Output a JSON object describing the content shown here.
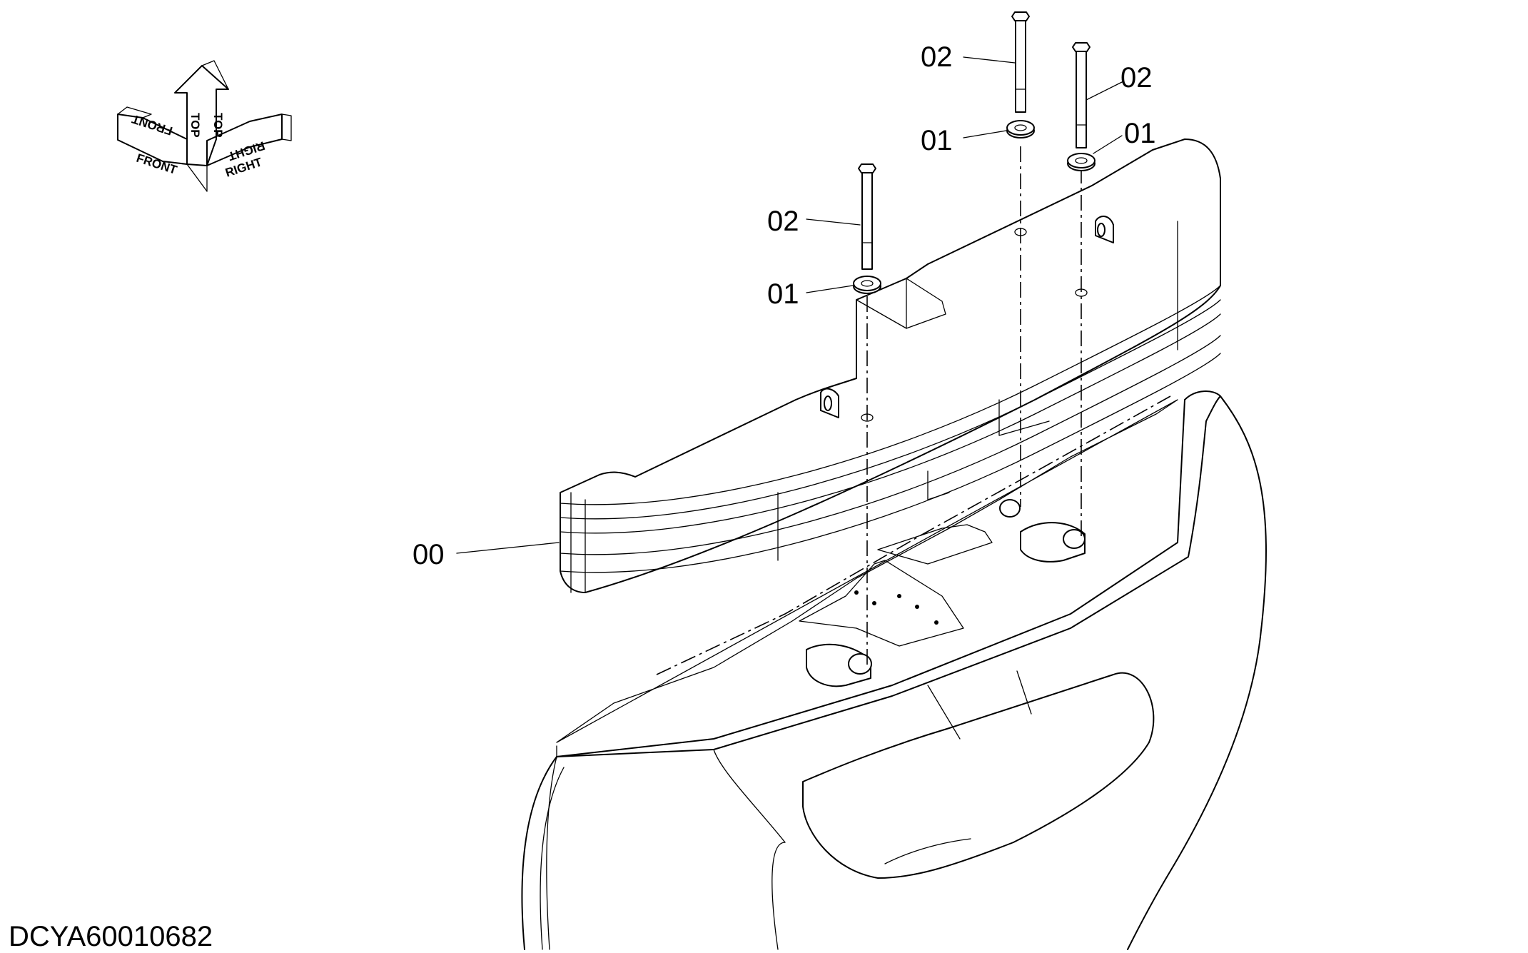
{
  "orientation": {
    "front": "FRONT",
    "top": "TOP",
    "right": "RIGHT"
  },
  "callouts": {
    "washer_1": "01",
    "washer_2": "01",
    "washer_3": "01",
    "bolt_1": "02",
    "bolt_2": "02",
    "bolt_3": "02",
    "counterweight": "00"
  },
  "drawing_id": "DCYA60010682"
}
